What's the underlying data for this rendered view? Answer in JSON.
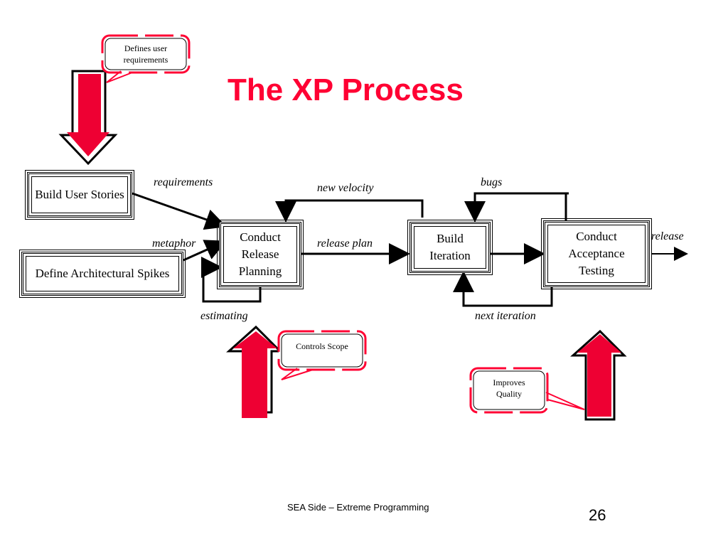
{
  "title": "The XP Process",
  "boxes": {
    "build_user_stories": "Build User Stories",
    "define_architectural_spikes": "Define Architectural Spikes",
    "conduct_release_planning": "Conduct Release Planning",
    "build_iteration": "Build Iteration",
    "conduct_acceptance_testing": "Conduct Acceptance Testing"
  },
  "labels": {
    "requirements": "requirements",
    "metaphor": "metaphor",
    "new_velocity": "new velocity",
    "release_plan": "release plan",
    "bugs": "bugs",
    "release": "release",
    "estimating": "estimating",
    "next_iteration": "next iteration"
  },
  "callouts": {
    "defines_user_requirements": "Defines user requirements",
    "controls_scope": "Controls Scope",
    "improves_quality": "Improves Quality"
  },
  "footer": {
    "text": "SEA Side – Extreme Programming",
    "page_number": "26"
  },
  "colors": {
    "accent": "#ff0033",
    "callout_border": "#ff0033"
  }
}
